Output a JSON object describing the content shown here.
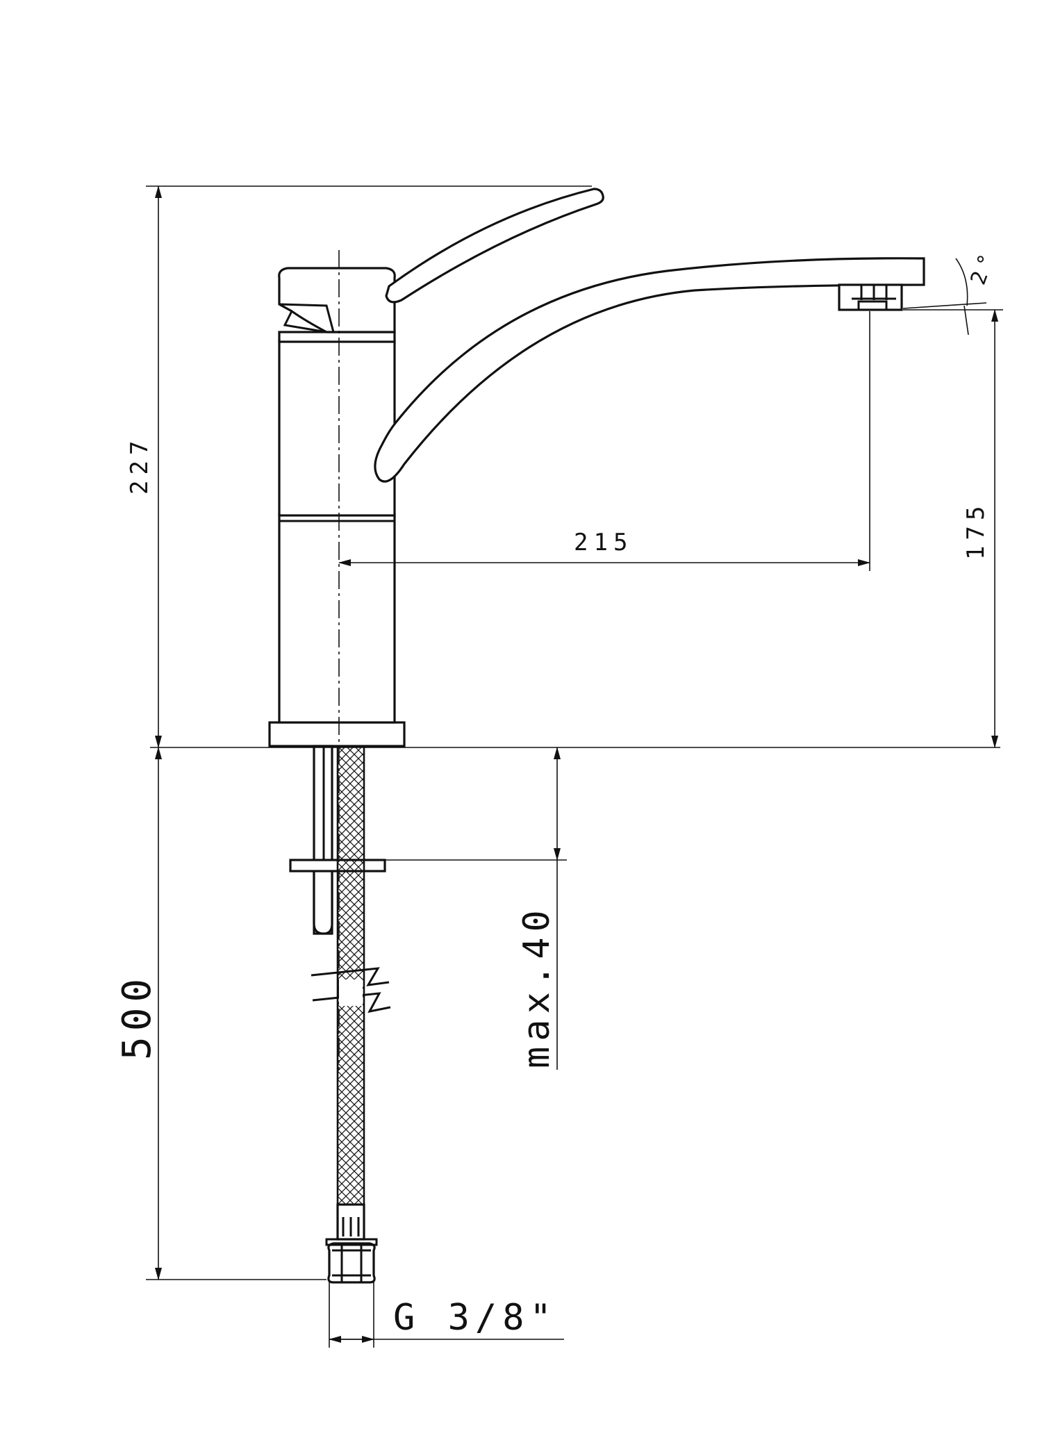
{
  "dimensions": {
    "total_height": "227",
    "spout_reach": "215",
    "spout_height": "175",
    "hose_length": "500",
    "max_counter_thickness": "max.40",
    "connection_thread": "G 3/8\"",
    "spout_tilt_angle": "2°"
  },
  "colors": {
    "line": "#111111",
    "background": "#ffffff"
  }
}
